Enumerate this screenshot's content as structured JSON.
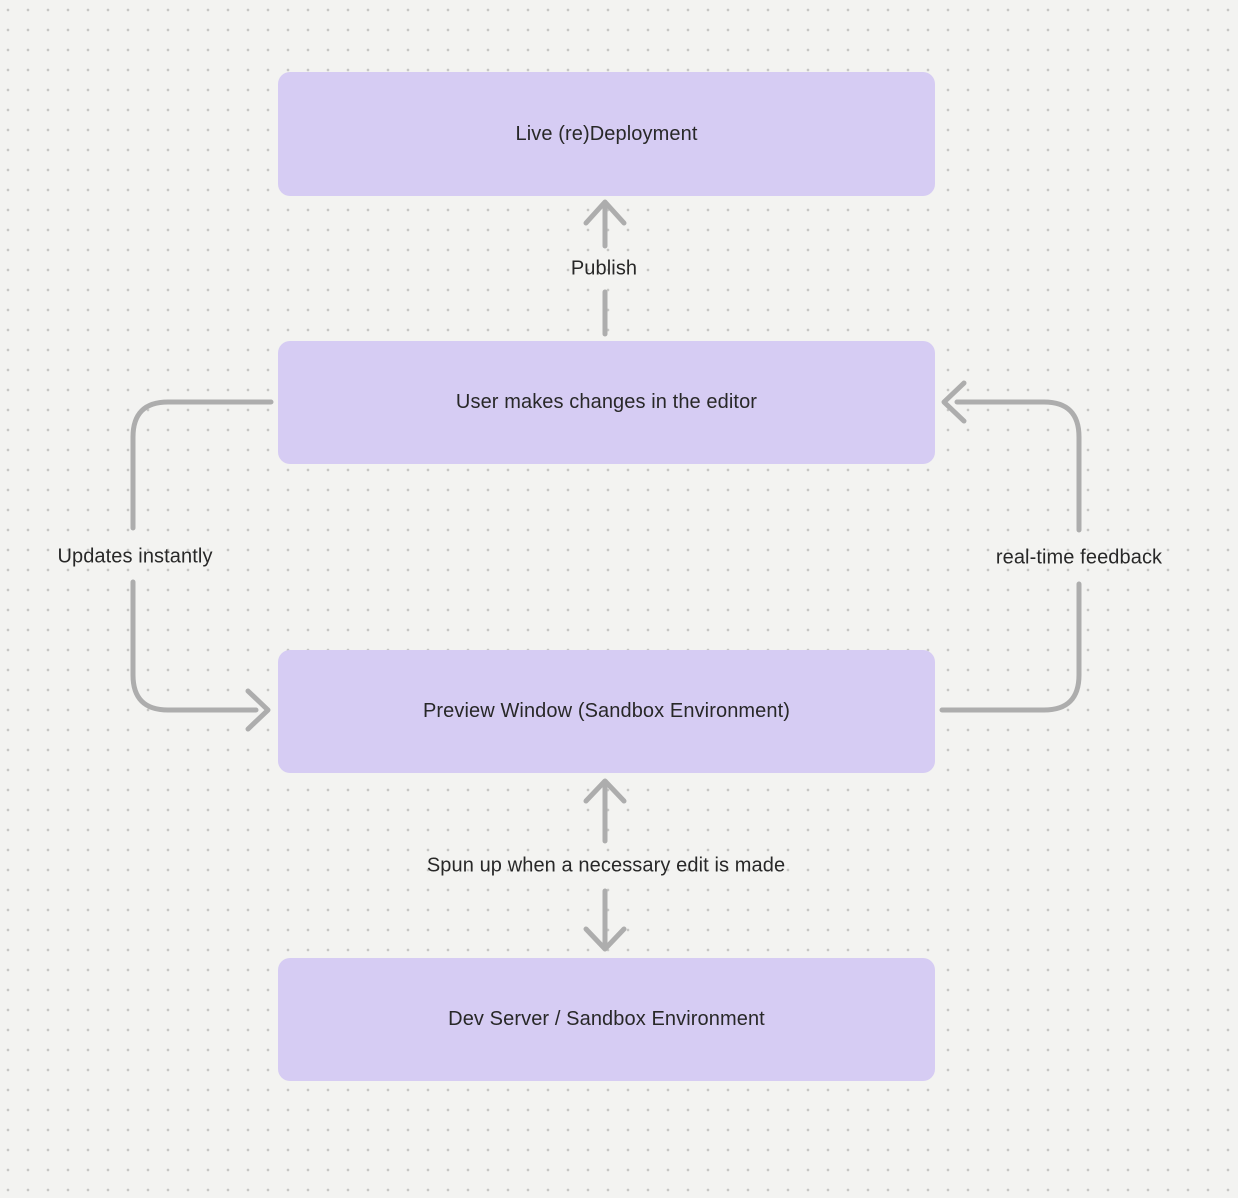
{
  "diagram": {
    "nodes": [
      {
        "label": "Live (re)Deployment"
      },
      {
        "label": "User makes changes in the editor"
      },
      {
        "label": "Preview Window (Sandbox Environment)"
      },
      {
        "label": "Dev Server / Sandbox Environment"
      }
    ],
    "edges": [
      {
        "label": "Publish",
        "from": "User makes changes in the editor",
        "to": "Live (re)Deployment",
        "direction": "up"
      },
      {
        "label": "Updates instantly",
        "from": "User makes changes in the editor",
        "to": "Preview Window (Sandbox Environment)",
        "direction": "left-loop-down"
      },
      {
        "label": "real-time feedback",
        "from": "Preview Window (Sandbox Environment)",
        "to": "User makes changes in the editor",
        "direction": "right-loop-up"
      },
      {
        "label": "Spun up when a necessary edit is made",
        "from": "Preview Window (Sandbox Environment)",
        "to": "Dev Server / Sandbox Environment",
        "direction": "both"
      }
    ]
  },
  "colors": {
    "canvas-bg": "#F3F3F1",
    "dot": "#C7C7C5",
    "node-fill": "#D6CCF3",
    "arrow": "#ADADAD",
    "text": "#282828"
  }
}
